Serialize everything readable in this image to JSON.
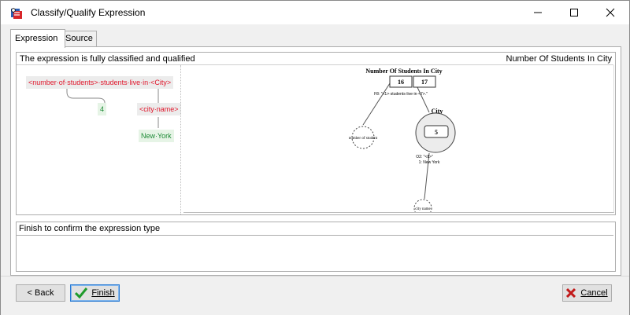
{
  "window": {
    "title": "Classify/Qualify Expression",
    "icons": {
      "app": "app-icon",
      "minimize": "minimize-icon",
      "maximize": "maximize-icon",
      "close": "close-icon"
    }
  },
  "tabs": [
    {
      "label": "Expression",
      "active": true
    },
    {
      "label": "Source",
      "active": false
    }
  ],
  "status": {
    "message": "The expression is fully classified and qualified",
    "type": "Number Of Students In City"
  },
  "tree": {
    "root": "<number·of·students>·students·live·in·<City>",
    "number_value": "4",
    "city_slot": "<city·name>",
    "city_value": "New·York"
  },
  "graph": {
    "main_node": {
      "title": "Number Of Students In City",
      "values": [
        "16",
        "17"
      ],
      "pattern": "F8: \"<1>·students·live·in·<7>.\""
    },
    "city_node": {
      "title": "City",
      "value": "5",
      "pattern": "O2: \"<8>\"",
      "sub": "1: New York"
    },
    "number_node": {
      "label": "number of student"
    },
    "city_name_node": {
      "label": "city name"
    }
  },
  "finish": {
    "message": "Finish to confirm the expression type"
  },
  "buttons": {
    "back": "< Back",
    "finish": "Finish",
    "cancel": "Cancel"
  },
  "colors": {
    "red_text": "#e0152a",
    "green_text": "#1d8a36",
    "focus": "#2a7ad2"
  }
}
